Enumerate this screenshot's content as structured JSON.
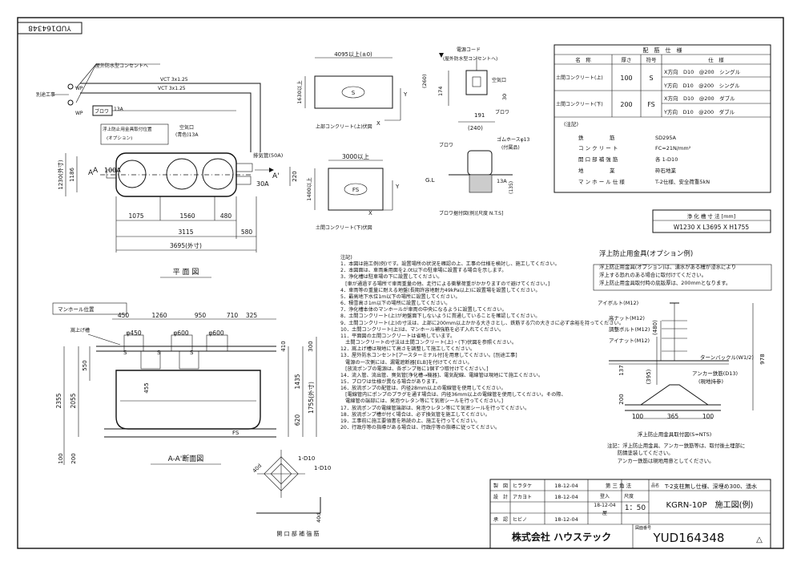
{
  "doc_number_top": "YUD164348",
  "plan": {
    "labels": {
      "outdoor_outlet": "屋外防水型コンセントへ",
      "vct1": "VCT 3x1.25",
      "vct2": "VCT 3x1.25",
      "separate_work": "別途工事",
      "wp1": "WP",
      "wp2": "WP",
      "blower": "ブロワ",
      "a13": "13A",
      "anchor_pos": "浮上防止用金具取付位置",
      "option": "(オプション)",
      "air_pipe": "空気口",
      "air_pipe_color": "(青色)13A",
      "drain": "排気管(50A)",
      "a100": "100A",
      "a30": "30A",
      "sec_a1": "A",
      "sec_a2": "A'",
      "dim_1230": "1230(外寸)",
      "dim_1186": "1186",
      "dim_220": "220",
      "dim_1075": "1075",
      "dim_1560": "1560",
      "dim_480": "480",
      "dim_3115": "3115",
      "dim_580": "580",
      "dim_3695": "3695(外寸)"
    },
    "title": "平 面 図"
  },
  "slab_upper": {
    "len": "4095以上(±0)",
    "h": "1630以上",
    "mark": "S",
    "caption": "上部コンクリート(上)伏図",
    "x": "X",
    "y": "Y"
  },
  "slab_lower": {
    "len": "3000以上",
    "h": "1400以上",
    "mark": "FS",
    "caption": "土間コンクリート(下)伏図",
    "x": "X",
    "y": "Y"
  },
  "blower_detail": {
    "power_cord": "電源コード",
    "outlet": "(屋外防水型コンセントへ)",
    "d260": "(260)",
    "d174": "174",
    "d191": "191",
    "d240": "(240)",
    "d30": "30",
    "air": "空気口",
    "blower": "ブロワ",
    "hose": "ゴムホースφ13",
    "hose2": "(付属品)",
    "gl": "G.L",
    "a13": "13A",
    "d135": "(135)",
    "blower2": "ブロワ",
    "caption": "ブロワ据付図(例)[尺度 N.T.S]"
  },
  "spec_table": {
    "title": "配　筋　仕　様",
    "headers": [
      "名　称",
      "厚さ",
      "符号",
      "仕　様"
    ],
    "rows": [
      {
        "name": "土間コンクリート(上)",
        "thick": "100",
        "code": "S",
        "x": "X方向　D10　@200　シングル",
        "y": "Y方向　D10　@200　シングル"
      },
      {
        "name": "土間コンクリート(下)",
        "thick": "200",
        "code": "FS",
        "x": "X方向　D10　@200　ダブル",
        "y": "Y方向　D10　@200　ダブル"
      }
    ],
    "note_head": "(注記)",
    "notes": [
      {
        "k": "鉄　　　　　筋",
        "v": "SD295A"
      },
      {
        "k": "コ ン ク リ ー ト",
        "v": "FC=21N/mm²"
      },
      {
        "k": "開 口 部 補 強 筋",
        "v": "各 1-D10"
      },
      {
        "k": "地　　　　　業",
        "v": "砕石地業"
      },
      {
        "k": "マ ン ホ ー ル 仕 様",
        "v": "T-2仕様、安全荷重5kN"
      }
    ]
  },
  "size_table": {
    "title": "浄 化 槽 寸 法 [mm]",
    "value": "W1230 X L3695 X H1755"
  },
  "section": {
    "manhole_pos": "マンホール位置",
    "d450": "450",
    "d1260": "1260",
    "d950": "950",
    "d710": "710",
    "d325": "325",
    "phi450": "φ450",
    "phi600a": "φ600",
    "phi600b": "φ600",
    "inlet": "嵩上げ槽",
    "s1": "S",
    "s2": "S",
    "s3": "S",
    "fs": "FS",
    "d550": "550",
    "d455": "455",
    "d410": "410",
    "d300": "300",
    "d1435": "1435",
    "d620": "620",
    "d2355": "2355",
    "d2055": "2055",
    "d1755": "1755(外寸)",
    "d100": "100",
    "d200": "200",
    "title": "A-A'断面図"
  },
  "reinforce": {
    "d1": "1-D10",
    "d2": "1-D10",
    "d40a": "40d",
    "d40b": "40d",
    "caption": "開 口 部 補 強 筋"
  },
  "notes_head": "注記)",
  "notes": [
    "1．本図は施工例(例)です。設置場所の状況を確認の上、工事の仕様を検討し、施工してください。",
    "2．本図面は、車両乗用面を2.0t以下の駐車場に設置する場合を示します。",
    "3．浄化槽は駐車場の下に設置してください。",
    "　[車が通過する場所で車両重量の他、走行による衝撃荷重がかかりますので避けてください。]",
    "4．車両等の重量に耐える地盤(長期許容地耐力49kPa以上)に設置場を設置してください。",
    "5．最高地下水位1m以下の場所に設置してください。",
    "6．積雪高さ1m以下の場所に設置してください。",
    "7．浄化槽本体のマンホールが車両の中央になるように設置してください。",
    "8．土間コンクリート(上)が地盤面下しないように貫通していることを確認してください。",
    "9．土間コンクリート(上)の寸法は、上部に200mm以上かかる大きさとし、鉄筋する穴の大きさに必ず余裕を持ってください。",
    "10．土間コンクリート(上)は、マンホール補強筋を必ず入れてください。",
    "11．平面図の土間コンクリートは省略しています。",
    "　土間コンクリートの寸法は土間コンクリート(上)・(下)伏図を参照ください。",
    "12．嵩上げ槽は現地にて高さを調整して施工してください。",
    "13．屋外防水コンセント[アースターミナル付]を用意してください。[別途工事]",
    "　電源の一次側には、漏電遮断器[ELB]を付けてください。",
    "　[放流ポンプの電源は、各ポンプ毎に1個ずつ取付けてください。]",
    "14．流入管、流出管、臭気管[浄化槽→機器]、電気配線、電線管は現地にて施工ください。",
    "15．ブロワは仕様が異なる場合があります。",
    "16．放流ポンプの配管は、内径28mm以上の電線管を使用してください。",
    "　[電線管内にポンプのプラグを通す場合は、内径36mm以上の電線管を使用してください。その際、",
    "　電線管の端部には、発泡ウレタン等にて気密シールを行ってください。]",
    "17．放流ポンプの電線管端部は、発泡ウレタン等にて気密シールを行ってください。",
    "18．放流ポンプ槽が付く場合は、必ず換気管を施工してください。",
    "19．工事前に施工要領書を熟読の上、施工を行ってください。",
    "20．行政庁等の指導がある場合は、行政庁等の指導に従ってください。"
  ],
  "anchor_detail": {
    "title": "浮上防止用金具(オプション例)",
    "desc1": "浮上防止用金具(オプション)は、湧水がある槽が浸水により",
    "desc2": "浮上する恐れのある場合に取付けてください。",
    "desc3": "浮上防止用金具取付時の底版厚は、200mmとなります。",
    "eyebolt": "アイボルト(M12)",
    "nut_high": "高ナット(M12)",
    "bolt_adj": "調整ボルト(M12)",
    "eyenut": "アイナット(M12)",
    "turnbuckle": "ターンバックル(W1/2)",
    "anchor_bar": "アンカー鉄筋(D13)",
    "anchor_bar2": "(現地持参)",
    "d480": "(480)",
    "d978": "978",
    "d137": "137",
    "d395": "(395)",
    "d200": "200",
    "d100a": "100",
    "d365": "365",
    "d100b": "100",
    "caption": "浮上防止用金具取付図(S=NTS)",
    "caution1": "注記：浮上防止用金具、アンカー鉄筋等は、取付後土埋部に",
    "caution2": "　　防錆塗装してください。",
    "caution3": "　　アンカー鉄筋は現地用意としてください。"
  },
  "title_block": {
    "r1c1": "製　図",
    "r1c2": "ヒラタケ",
    "r1c3": "18-12-04",
    "r1c4": "第 三 角 法",
    "r2c1": "設　計",
    "r2c2": "アカヨト",
    "r2c3": "18-12-04",
    "r2c4a": "登入",
    "r2c4b": "18-12-04",
    "r2c4c": "屋",
    "r3c1": "承　認",
    "r3c2": "ヒビノ",
    "r3c3": "18-12-04",
    "scale_label": "尺度",
    "scale": "1：50",
    "name_label": "品名",
    "name": "T-2支柱無し仕様、深埋め300、湧水",
    "model": "KGRN-10P　施工図(例)",
    "company": "株式会社 ハウステック",
    "num_label": "図面番号",
    "number": "YUD164348",
    "rev": "△"
  }
}
